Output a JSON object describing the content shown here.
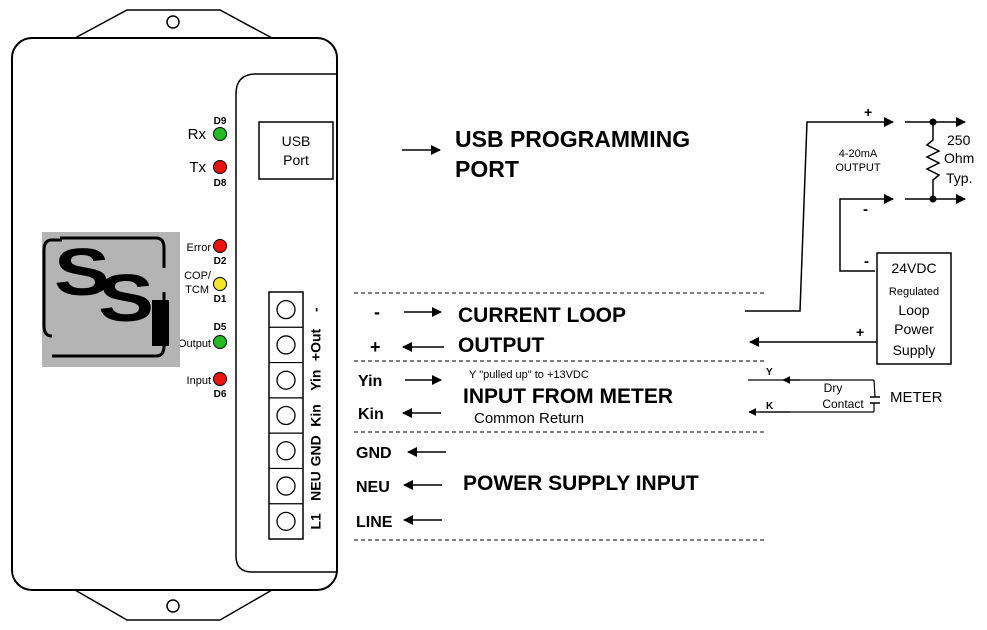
{
  "colors": {
    "led_green": "#22bb22",
    "led_red": "#ee1111",
    "led_yellow": "#f2e822",
    "logo_bg": "#b4b4b4",
    "line": "#000000"
  },
  "leds": {
    "d9": {
      "name": "Rx",
      "id": "D9"
    },
    "d8": {
      "name": "Tx",
      "id": "D8"
    },
    "d2": {
      "name": "Error",
      "id": "D2"
    },
    "d1": {
      "name1": "COP/",
      "name2": "TCM",
      "id": "D1"
    },
    "d5": {
      "name": "Output",
      "id": "D5"
    },
    "d6": {
      "name": "Input",
      "id": "D6"
    }
  },
  "logo": {
    "text": "SSI"
  },
  "usb": {
    "line1": "USB",
    "line2": "Port",
    "heading1": "USB PROGRAMMING",
    "heading2": "PORT"
  },
  "terminals": [
    "-",
    "+Out",
    "Yin",
    "Kin",
    "GND",
    "NEU",
    "L1"
  ],
  "wiring": {
    "minus": "-",
    "plus": "+",
    "yin": "Yin",
    "kin": "Kin",
    "gnd": "GND",
    "neu": "NEU",
    "line": "LINE",
    "current_loop": "CURRENT LOOP",
    "output": "OUTPUT",
    "pulled_up": "Y \"pulled up\" to +13VDC",
    "input_from_meter": "INPUT FROM METER",
    "common_return": "Common Return",
    "power_supply_input": "POWER SUPPLY INPUT"
  },
  "loop": {
    "plus_top": "+",
    "minus_mid": "-",
    "output_line1": "4-20mA",
    "output_line2": "OUTPUT",
    "ohm_line1": "250",
    "ohm_line2": "Ohm",
    "ohm_line3": "Typ.",
    "psu_minus": "-",
    "psu_plus": "+",
    "psu_line1": "24VDC",
    "psu_line2": "Regulated",
    "psu_line3": "Loop",
    "psu_line4": "Power",
    "psu_line5": "Supply",
    "y_label": "Y",
    "k_label": "K",
    "dry1": "Dry",
    "dry2": "Contact",
    "meter": "METER"
  }
}
